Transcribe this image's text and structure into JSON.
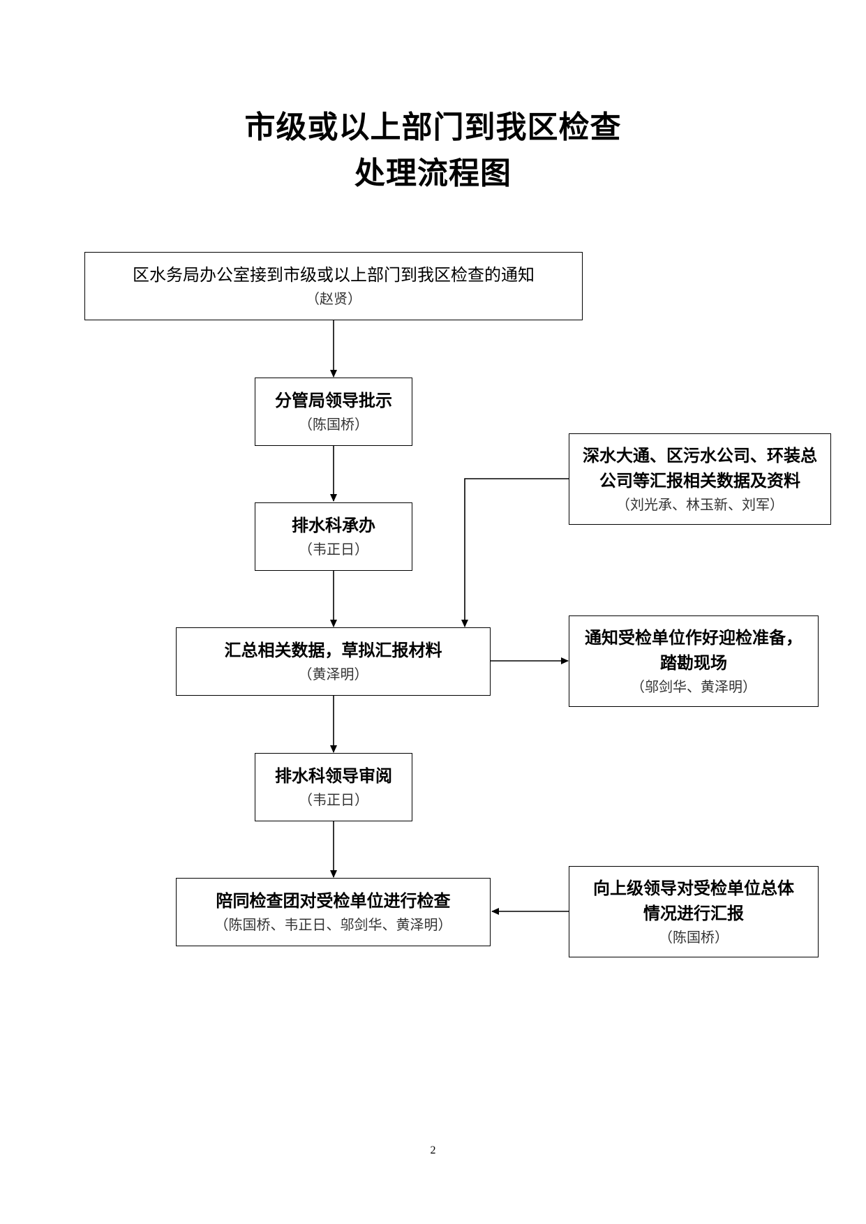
{
  "title": {
    "line1": "市级或以上部门到我区检查",
    "line2": "处理流程图"
  },
  "nodes": {
    "notice": {
      "text": "区水务局办公室接到市级或以上部门到我区检查的通知",
      "person": "（赵贤）"
    },
    "approve": {
      "text": "分管局领导批示",
      "person": "（陈国桥）"
    },
    "undertake": {
      "text": "排水科承办",
      "person": "（韦正日）"
    },
    "report_data": {
      "text1": "深水大通、区污水公司、环装总",
      "text2": "公司等汇报相关数据及资料",
      "person": "（刘光承、林玉新、刘军）"
    },
    "summarize": {
      "text": "汇总相关数据，草拟汇报材料",
      "person": "（黄泽明）"
    },
    "prepare": {
      "text1": "通知受检单位作好迎检准备，",
      "text2": "踏勘现场",
      "person": "（邬剑华、黄泽明）"
    },
    "review": {
      "text": "排水科领导审阅",
      "person": "（韦正日）"
    },
    "accompany": {
      "text": "陪同检查团对受检单位进行检查",
      "person": "（陈国桥、韦正日、邬剑华、黄泽明）"
    },
    "report_up": {
      "text1": "向上级领导对受检单位总体",
      "text2": "情况进行汇报",
      "person": "（陈国桥）"
    }
  },
  "page_number": "2"
}
